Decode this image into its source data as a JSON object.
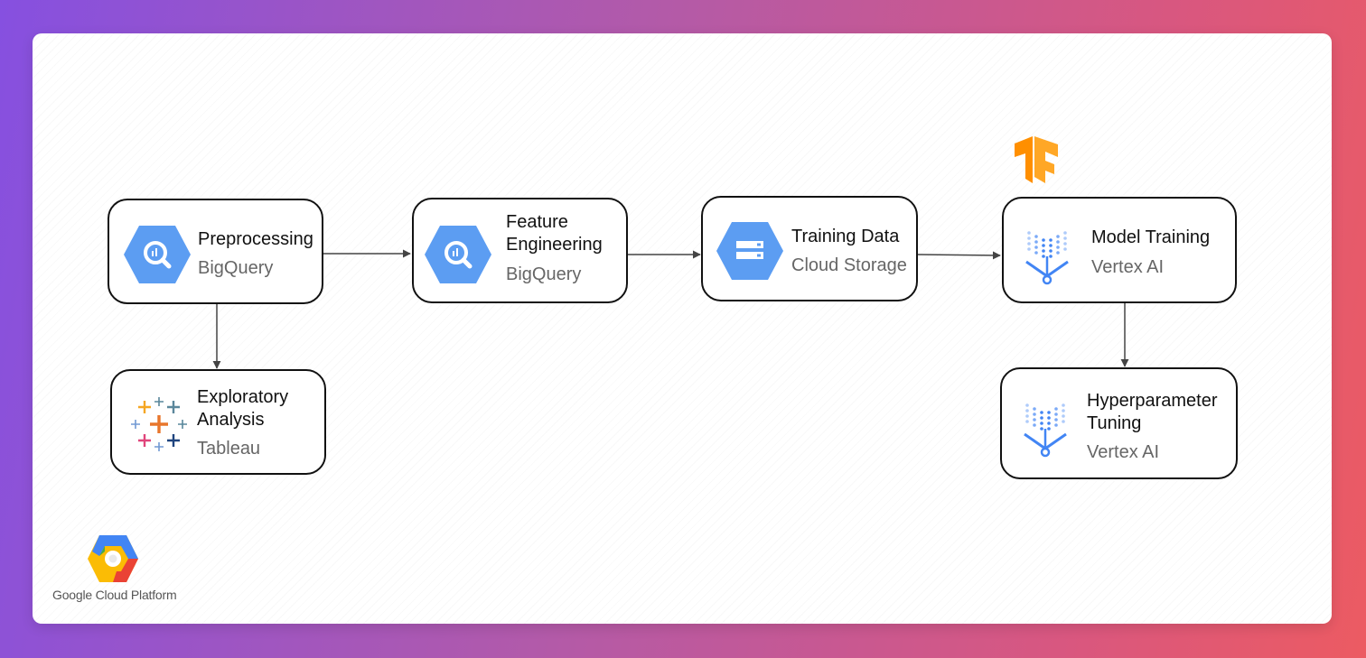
{
  "nodes": {
    "preprocessing": {
      "title": "Preprocessing",
      "service": "BigQuery",
      "icon": "bigquery-icon"
    },
    "feature_engineering": {
      "title_line1": "Feature",
      "title_line2": "Engineering",
      "service": "BigQuery",
      "icon": "bigquery-icon"
    },
    "training_data": {
      "title": "Training Data",
      "service": "Cloud Storage",
      "icon": "cloud-storage-icon"
    },
    "model_training": {
      "title": "Model Training",
      "service": "Vertex AI",
      "icon": "vertex-ai-icon"
    },
    "exploratory_analysis": {
      "title_line1": "Exploratory",
      "title_line2": "Analysis",
      "service": "Tableau",
      "icon": "tableau-icon"
    },
    "hyperparameter_tuning": {
      "title_line1": "Hyperparameter",
      "title_line2": "Tuning",
      "service": "Vertex AI",
      "icon": "vertex-ai-icon"
    }
  },
  "edges": [
    {
      "from": "preprocessing",
      "to": "feature_engineering"
    },
    {
      "from": "feature_engineering",
      "to": "training_data"
    },
    {
      "from": "training_data",
      "to": "model_training"
    },
    {
      "from": "preprocessing",
      "to": "exploratory_analysis"
    },
    {
      "from": "model_training",
      "to": "hyperparameter_tuning"
    }
  ],
  "logos": {
    "tensorflow": "tensorflow-logo",
    "gcp": {
      "icon": "google-cloud-logo",
      "label": "Google Cloud Platform"
    }
  },
  "colors": {
    "google_blue": "#5c9df2",
    "tensorflow_orange": "#ff8f00",
    "vertex_blue": "#4285f4",
    "google_red": "#ea4335",
    "google_yellow": "#fbbc05",
    "google_green": "#34a853"
  }
}
